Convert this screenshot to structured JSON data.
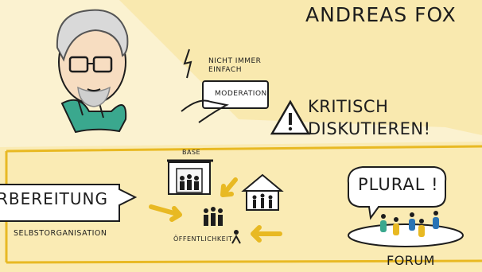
{
  "speaker": {
    "name": "ANDREAS FOX"
  },
  "top_notes": {
    "nicht_immer": "NICHT IMMER",
    "einfach": "EINFACH",
    "moderation": "MODERATION",
    "kritisch": "KRITISCH",
    "diskutieren": "DISKUTIEREN!"
  },
  "bottom_section": {
    "vorbereitung": "RBEREITUNG",
    "selbstorganisation": "SELBSTORGANISATION",
    "base": "BASE",
    "oeffentlichkeit": "ÖFFENTLICHKEIT",
    "plural": "PLURAL !",
    "forum": "FORUM"
  },
  "colors": {
    "background": "#fbf2d0",
    "accent_yellow": "#f3c531",
    "accent_green": "#3aa88e",
    "accent_blue": "#2a74b5",
    "ink": "#1d1d1d"
  }
}
